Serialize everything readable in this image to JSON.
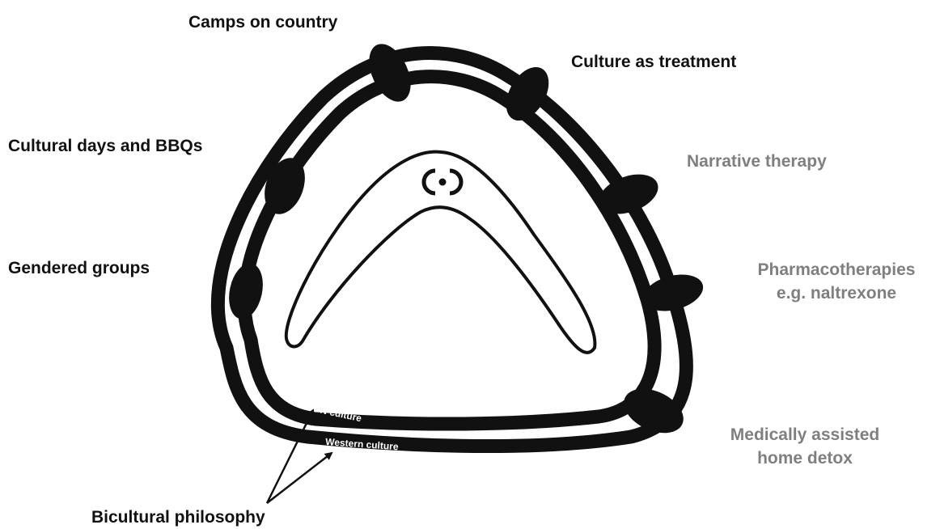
{
  "left_labels": {
    "camps": "Camps on country",
    "culture_treatment": "Culture as treatment",
    "cultural_days": "Cultural days and BBQs",
    "gendered": "Gendered groups"
  },
  "right_labels": {
    "narrative": "Narrative therapy",
    "pharma_line1": "Pharmacotherapies",
    "pharma_line2": "e.g. naltrexone",
    "detox_line1": "Medically assisted",
    "detox_line2": "home detox"
  },
  "ring_labels": {
    "inner": "FN culture",
    "outer": "Western culture"
  },
  "bottom_label": "Bicultural philosophy",
  "colors": {
    "ink": "#111111",
    "grey_text": "#7f7f7f",
    "background": "#ffffff"
  },
  "icons": [
    "boomerang-icon",
    "concentric-circle-symbol-icon"
  ]
}
